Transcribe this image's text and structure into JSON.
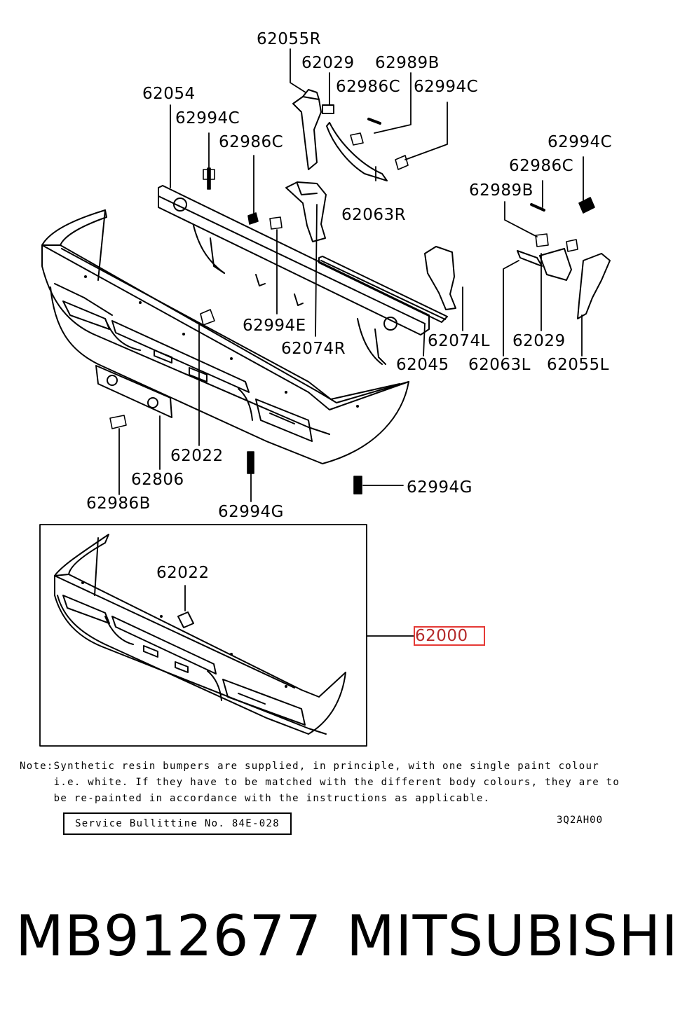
{
  "callouts": [
    {
      "text": "62055R"
    },
    {
      "text": "62029"
    },
    {
      "text": "62989B"
    },
    {
      "text": "62054"
    },
    {
      "text": "62986C"
    },
    {
      "text": "62994C"
    },
    {
      "text": "62994C"
    },
    {
      "text": "62986C"
    },
    {
      "text": "62063R"
    },
    {
      "text": "62994C"
    },
    {
      "text": "62986C"
    },
    {
      "text": "62989B"
    },
    {
      "text": "62994E"
    },
    {
      "text": "62074R"
    },
    {
      "text": "62074L"
    },
    {
      "text": "62029"
    },
    {
      "text": "62045"
    },
    {
      "text": "62063L"
    },
    {
      "text": "62055L"
    },
    {
      "text": "62022"
    },
    {
      "text": "62806"
    },
    {
      "text": "62986B"
    },
    {
      "text": "62994G"
    },
    {
      "text": "62994G"
    },
    {
      "text": "62022"
    },
    {
      "text": "62000"
    }
  ],
  "note_lines": [
    "Note:Synthetic resin bumpers are supplied, in principle, with one single paint colour",
    "     i.e. white. If they have to be matched with the different body colours, they are to",
    "     be re-painted in accordance with the instructions as applicable."
  ],
  "bulletin": "Service Bullittine No. 84E-028",
  "diagram_code": "3Q2AH00",
  "part_number": "MB912677",
  "brand": "MITSUBISHI",
  "highlight_color": "#e53935"
}
